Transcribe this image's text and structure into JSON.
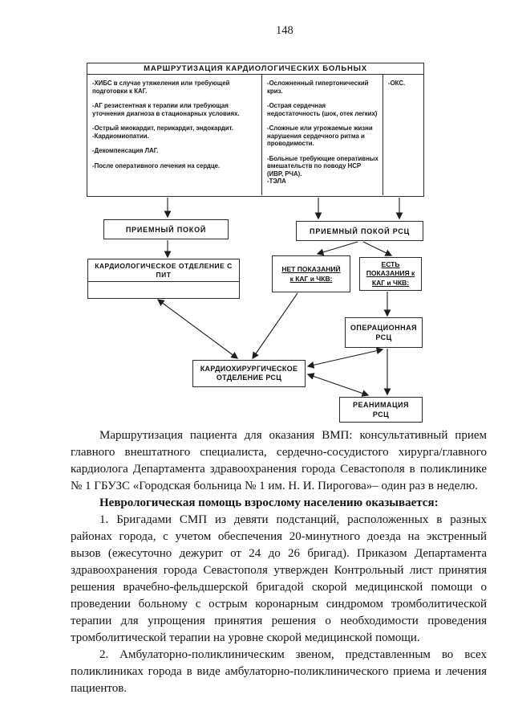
{
  "page_number": "148",
  "diagram": {
    "title": "МАРШРУТИЗАЦИЯ КАРДИОЛОГИЧЕСКИХ БОЛЬНЫХ",
    "criteria": {
      "col1": [
        "-ХИБС в случае утяжеления или требующей подготовки к КАГ.",
        "-АГ резистентная к терапии или требующая уточнения диагноза в стационарных условиях.",
        "-Острый миокардит, перикардит, эндокардит.\n-Кардиомиопатии.",
        "-Декомпенсация ЛАГ.",
        "-После оперативного лечения на сердце."
      ],
      "col2": [
        "-Осложненный гипертонический криз.",
        "-Острая сердечная недостаточность (шок, отек легких)",
        "-Сложные или угрожаемые жизни нарушения сердечного ритма и проводимости.",
        "-Больные требующие оперативных вмешательств по поводу НСР (ИВР, РЧА).\n-ТЭЛА"
      ],
      "col3": [
        "-ОКС."
      ]
    },
    "boxes": {
      "reception": "ПРИЕМНЫЙ ПОКОЙ",
      "reception_rsc": "ПРИЕМНЫЙ ПОКОЙ РСЦ",
      "cardiology_dept": "КАРДИОЛОГИЧЕСКОЕ ОТДЕЛЕНИЕ С ПИТ",
      "no_indications": "НЕТ ПОКАЗАНИЙ к КАГ и ЧКВ:",
      "has_indications": "ЕСТЬ ПОКАЗАНИЯ к КАГ и ЧКВ:",
      "operating_room": "ОПЕРАЦИОННАЯ РСЦ",
      "cardiosurgery_dept": "КАРДИОХИРУРГИЧЕСКОЕ ОТДЕЛЕНИЕ РСЦ",
      "resuscitation": "РЕАНИМАЦИЯ РСЦ"
    }
  },
  "body": {
    "paragraph_vmp": "Маршрутизация пациента для оказания ВМП: консультативный прием главного внештатного специалиста, сердечно-сосудистого хирурга/главного кардиолога Департамента здравоохранения города Севастополя в поликлинике № 1 ГБУЗС «Городская больница № 1 им. Н. И. Пирогова»– один раз в неделю.",
    "heading_neurology": "Неврологическая помощь взрослому населению оказывается:",
    "item1": "1. Бригадами СМП из девяти подстанций, расположенных в разных районах города, с учетом обеспечения 20-минутного доезда на экстренный вызов (ежесуточно дежурит от 24 до 26 бригад). Приказом Департамента здравоохранения города Севастополя утвержден Контрольный лист принятия решения врачебно-фельдшерской бригадой скорой медицинской помощи о проведении больному с острым коронарным синдромом тромболитической терапии для упрощения принятия решения о необходимости проведения тромболитической терапии на уровне скорой медицинской помощи.",
    "item2": "2. Амбулаторно-поликлиническим звеном, представленным во всех поликлиниках города в виде амбулаторно-поликлинического приема и лечения пациентов."
  }
}
